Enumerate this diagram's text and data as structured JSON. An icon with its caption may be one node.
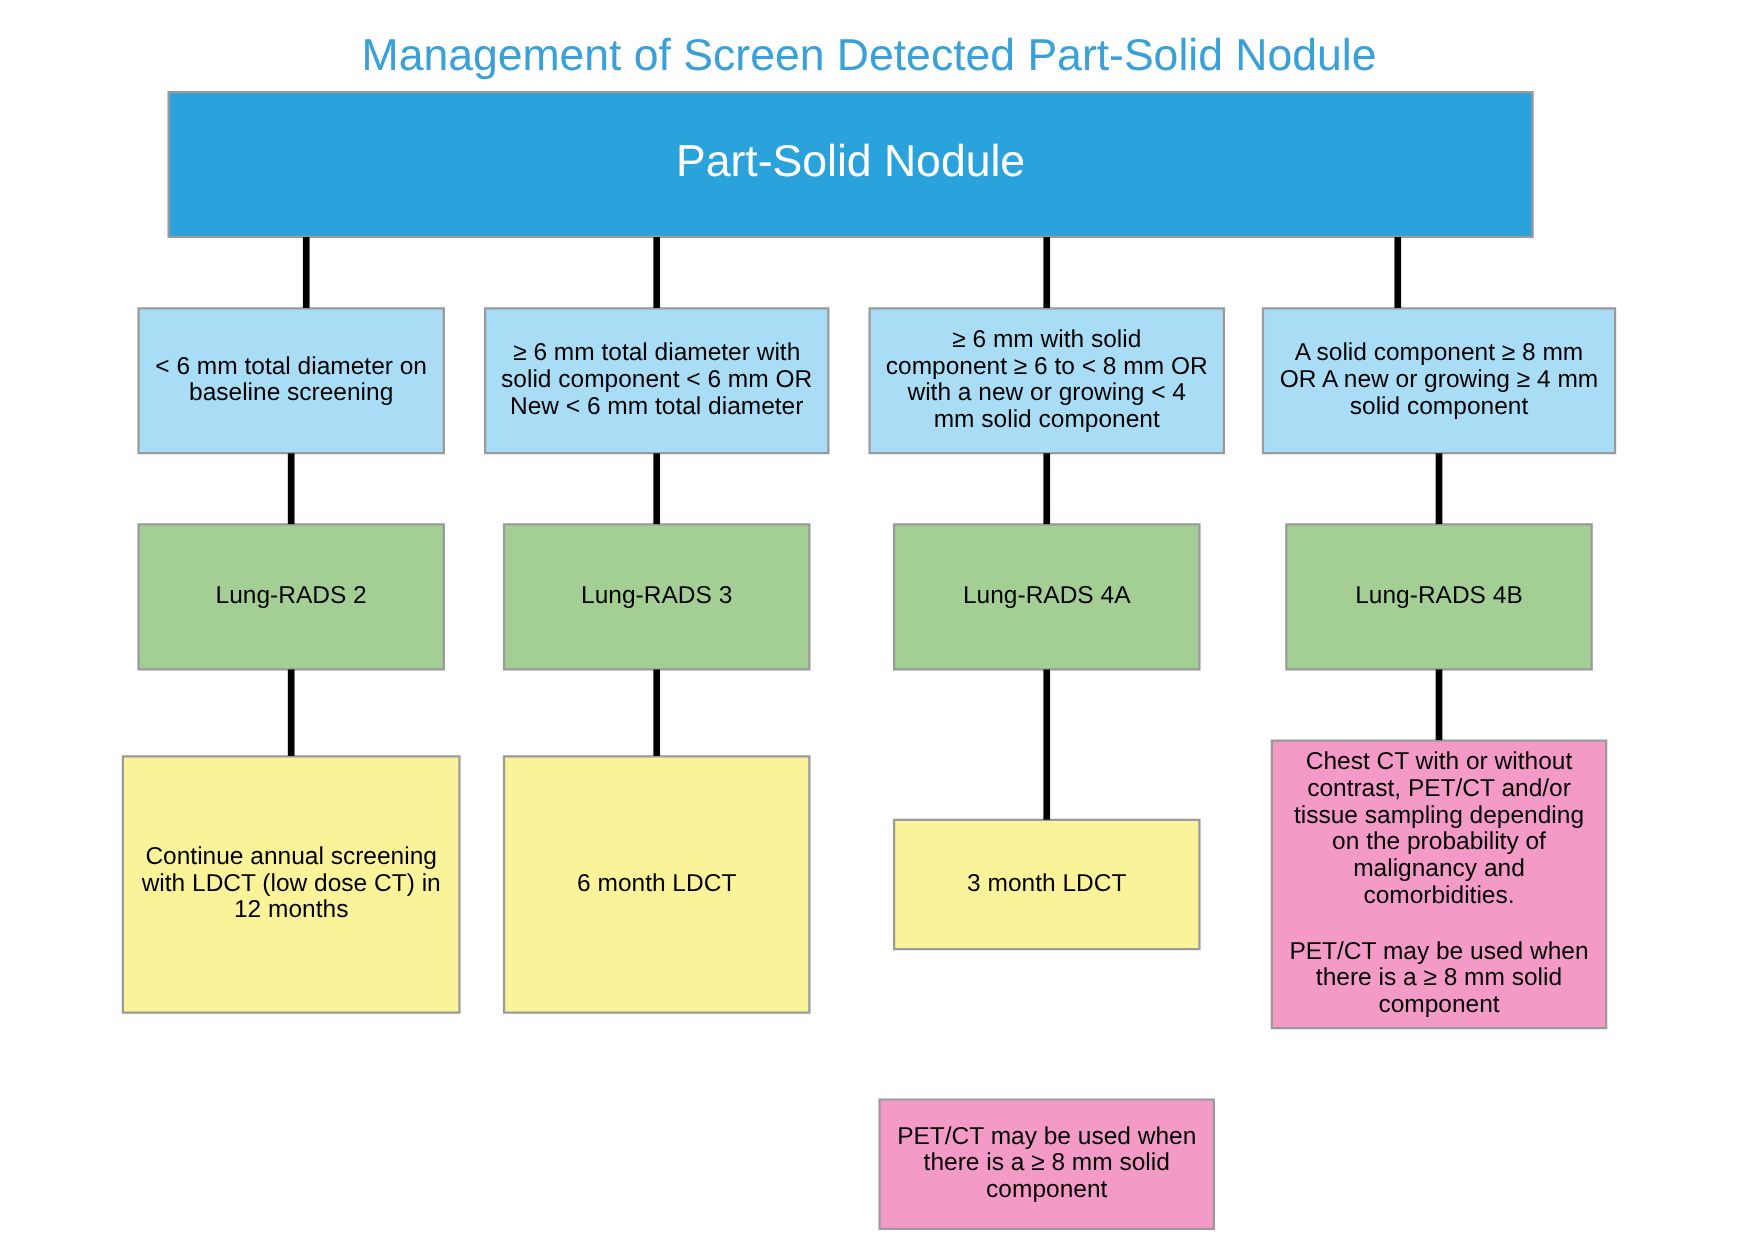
{
  "diagram": {
    "title": "Management of Screen Detected Part-Solid Nodule",
    "nodes": [
      {
        "text": [
          "Part-Solid Nodule"
        ]
      },
      {
        "text": [
          "< 6 mm total diameter on baseline screening"
        ]
      },
      {
        "text": [
          "≥ 6 mm total diameter with solid component < 6 mm OR New < 6 mm total diameter"
        ]
      },
      {
        "text": [
          "≥ 6 mm with solid component ≥ 6 to < 8 mm OR with a new or growing < 4 mm solid component"
        ]
      },
      {
        "text": [
          "A solid component ≥ 8 mm OR A new or growing ≥ 4 mm solid component"
        ]
      },
      {
        "text": [
          "Lung-RADS 2"
        ]
      },
      {
        "text": [
          "Lung-RADS 3"
        ]
      },
      {
        "text": [
          "Lung-RADS 4A"
        ]
      },
      {
        "text": [
          "Lung-RADS 4B"
        ]
      },
      {
        "text": [
          "Continue annual screening with LDCT (low dose CT) in 12 months"
        ]
      },
      {
        "text": [
          "6 month LDCT"
        ]
      },
      {
        "text": [
          "3 month LDCT"
        ]
      },
      {
        "text": [
          "PET/CT may be used when there is a ≥ 8 mm solid component"
        ]
      },
      {
        "text": [
          "Chest CT with or without contrast, PET/CT and/or tissue sampling depending on the probability of malignancy and comorbidities.",
          "PET/CT may be used when there is a ≥ 8 mm solid component"
        ]
      }
    ],
    "edges": [
      {
        "from": 0,
        "to": 1,
        "arrow": "none"
      },
      {
        "from": 0,
        "to": 2,
        "arrow": "none"
      },
      {
        "from": 0,
        "to": 3,
        "arrow": "none"
      },
      {
        "from": 0,
        "to": 4,
        "arrow": "none"
      },
      {
        "from": 1,
        "to": 5,
        "arrow": "none"
      },
      {
        "from": 2,
        "to": 6,
        "arrow": "none"
      },
      {
        "from": 3,
        "to": 7,
        "arrow": "none"
      },
      {
        "from": 4,
        "to": 8,
        "arrow": "none"
      },
      {
        "from": 5,
        "to": 9,
        "arrow": "none"
      },
      {
        "from": 6,
        "to": 10,
        "arrow": "none"
      },
      {
        "from": 7,
        "to": 11,
        "arrow": "none"
      },
      {
        "from": 8,
        "to": 13,
        "arrow": "none"
      }
    ]
  }
}
